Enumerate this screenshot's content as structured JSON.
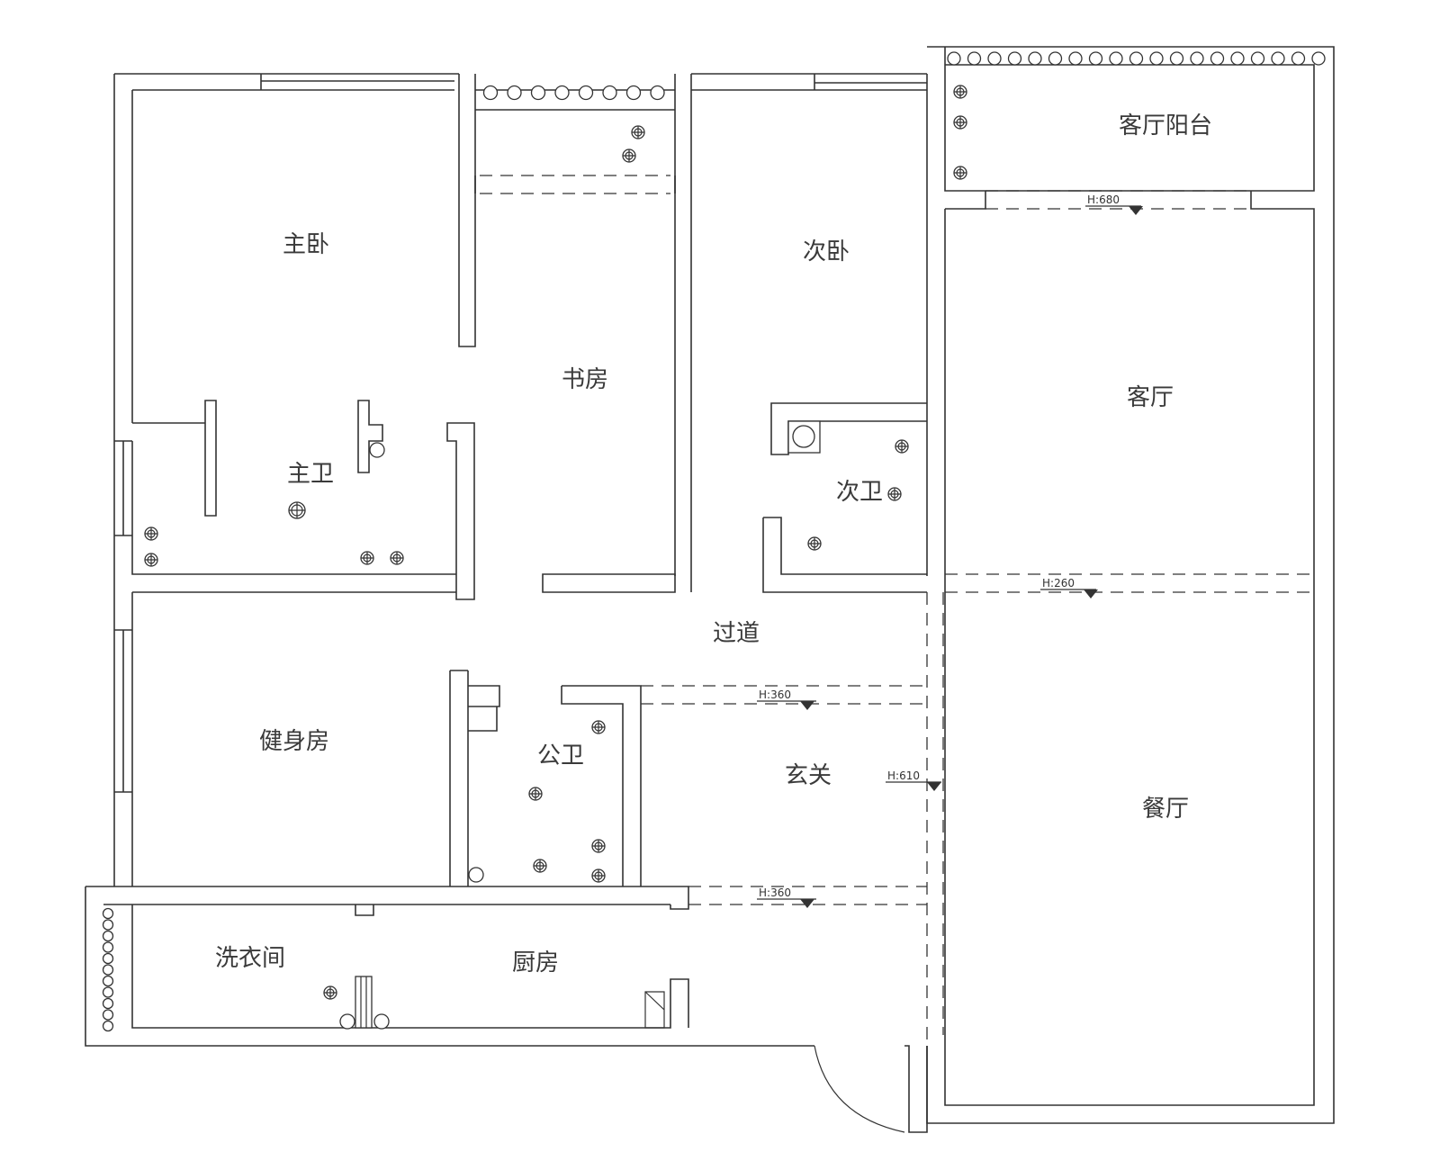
{
  "rooms": {
    "master_bedroom": "主卧",
    "study": "书房",
    "second_bedroom": "次卧",
    "living_balcony": "客厅阳台",
    "living_room": "客厅",
    "master_bath": "主卫",
    "second_bath": "次卫",
    "corridor": "过道",
    "gym": "健身房",
    "public_bath": "公卫",
    "entrance": "玄关",
    "dining_room": "餐厅",
    "laundry": "洗衣间",
    "kitchen": "厨房"
  },
  "dimensions": {
    "balcony_opening": "H:680",
    "living_dining": "H:260",
    "entrance_top": "H:360",
    "entrance_side": "H:610",
    "entrance_bottom": "H:360"
  },
  "colors": {
    "line": "#333333",
    "background": "#ffffff"
  },
  "fixture_icons": [
    "floor-drain-icon",
    "toilet-icon",
    "flower-pot-icon",
    "door-swing-icon",
    "level-marker-icon"
  ]
}
